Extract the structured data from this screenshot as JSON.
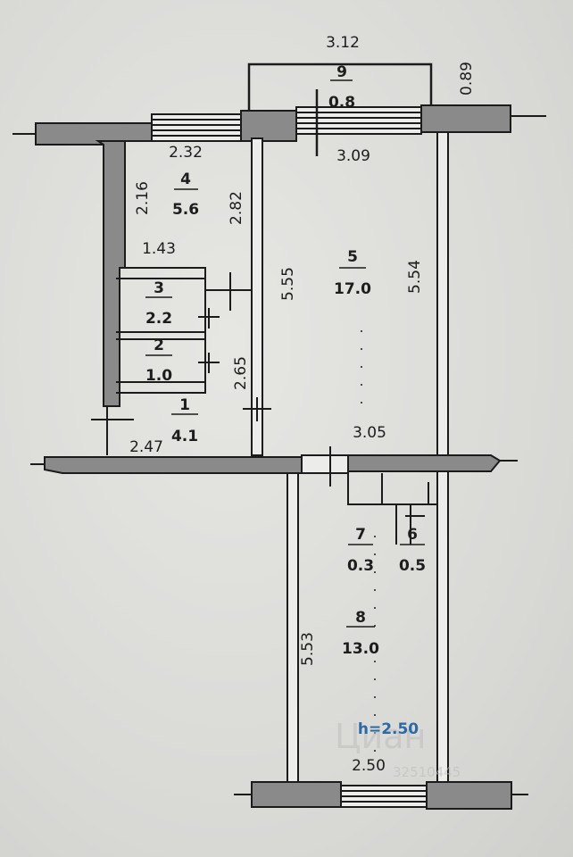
{
  "rooms": [
    {
      "id": "1",
      "number": "1",
      "area": "4.1"
    },
    {
      "id": "2",
      "number": "2",
      "area": "1.0"
    },
    {
      "id": "3",
      "number": "3",
      "area": "2.2"
    },
    {
      "id": "4",
      "number": "4",
      "area": "5.6"
    },
    {
      "id": "5",
      "number": "5",
      "area": "17.0"
    },
    {
      "id": "6",
      "number": "6",
      "area": "0.5"
    },
    {
      "id": "7",
      "number": "7",
      "area": "0.3"
    },
    {
      "id": "8",
      "number": "8",
      "area": "13.0"
    },
    {
      "id": "9",
      "number": "9",
      "area": "0.8"
    }
  ],
  "dimensions": {
    "balcony_width": "3.12",
    "balcony_depth": "0.89",
    "room4_width": "2.32",
    "room4_depth": "2.16",
    "room4_right": "2.82",
    "room3_width": "1.43",
    "room5_left": "5.55",
    "room5_right": "5.54",
    "room5_top": "3.09",
    "hall_side": "2.65",
    "hall_width": "2.47",
    "room5_bottom": "3.05",
    "room8_side": "5.53",
    "room8_width": "2.50"
  },
  "ceiling_height": "h=2.50",
  "watermark": {
    "brand": "Циан",
    "id": "32510445"
  }
}
